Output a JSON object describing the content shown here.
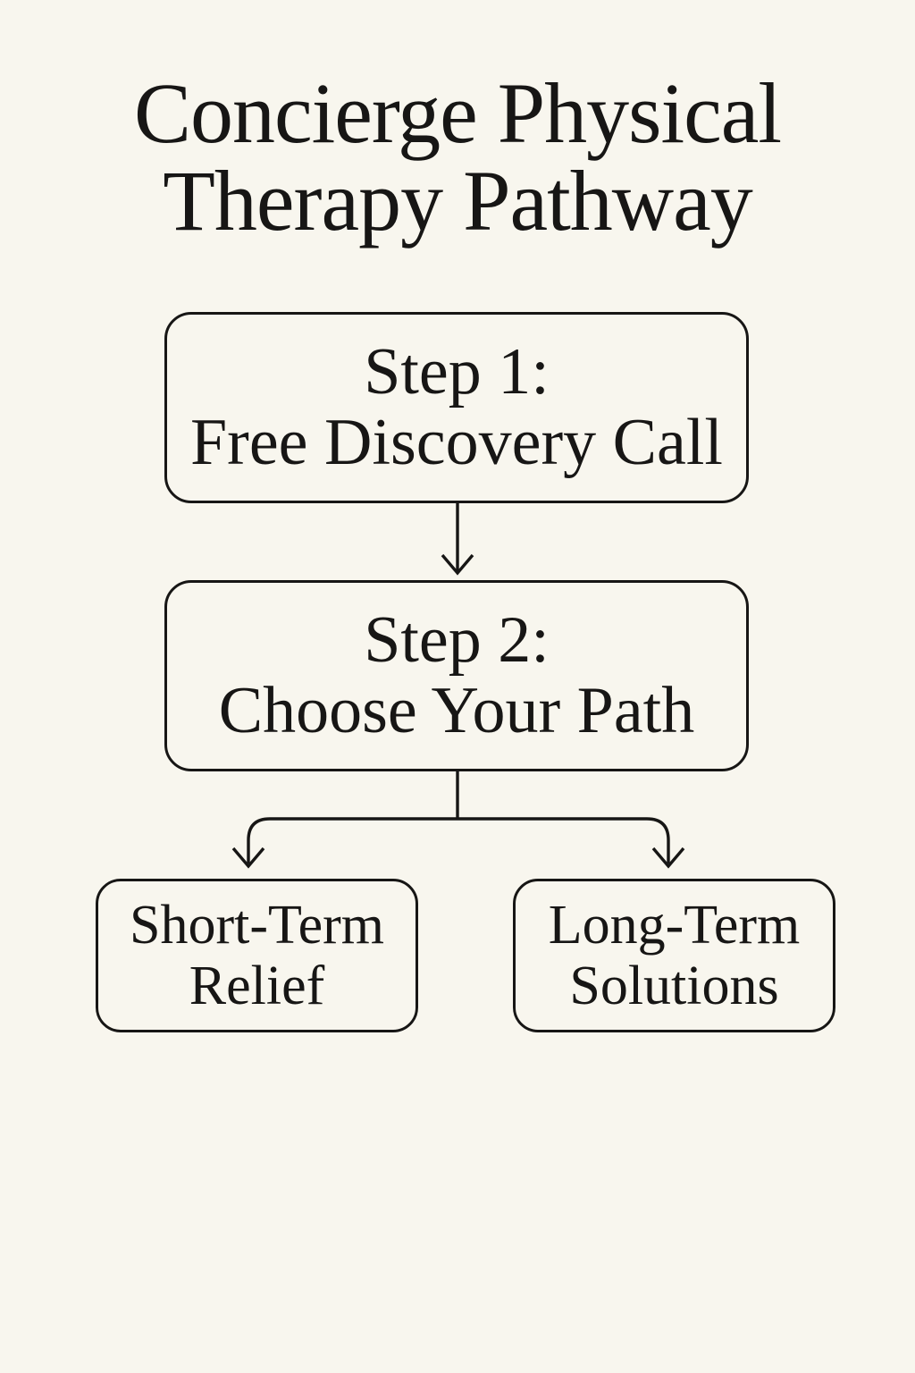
{
  "canvas": {
    "background": "#f8f6ee",
    "ink": "#171615"
  },
  "title": {
    "line1": "Concierge Physical",
    "line2": "Therapy Pathway"
  },
  "flow": {
    "step1": {
      "line1": "Step 1:",
      "line2": "Free Discovery Call"
    },
    "step2": {
      "line1": "Step 2:",
      "line2": "Choose Your Path"
    },
    "short_term": {
      "line1": "Short-Term",
      "line2": "Relief"
    },
    "long_term": {
      "line1": "Long-Term",
      "line2": "Solutions"
    }
  }
}
